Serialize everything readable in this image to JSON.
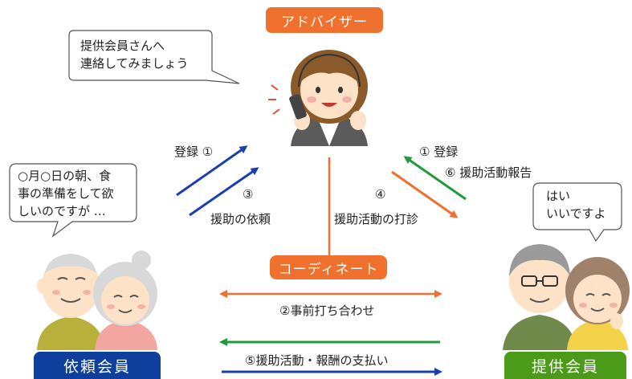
{
  "colors": {
    "orange": "#f0702d",
    "blue": "#1a3fb3",
    "green": "#1f9a3c",
    "role_blue": "#0f3f9c",
    "role_green": "#4b9a1a"
  },
  "nodes": {
    "advisor": "アドバイザー",
    "coordinate": "コーディネート",
    "requester": "依頼会員",
    "provider": "提供会員"
  },
  "bubbles": {
    "advisor": [
      "提供会員さんへ",
      "連絡してみましょう"
    ],
    "requester": [
      "○月○日の朝、食",
      "事の準備をして欲",
      "しいのですが …"
    ],
    "provider": [
      "はい",
      "いいですよ"
    ]
  },
  "edges": {
    "left_register": "登録 ①",
    "left_request_num": "③",
    "left_request": "援助の依頼",
    "right_register": "① 登録",
    "right_report": "⑥ 援助活動報告",
    "right_sound_num": "④",
    "right_sound": "援助活動の打診",
    "pre_meeting": "②事前打ち合わせ",
    "payment": "⑤援助活動・報酬の支払い"
  },
  "icons": [
    "advisor-person-icon",
    "elderly-couple-icon",
    "provider-couple-icon",
    "phone-icon"
  ]
}
